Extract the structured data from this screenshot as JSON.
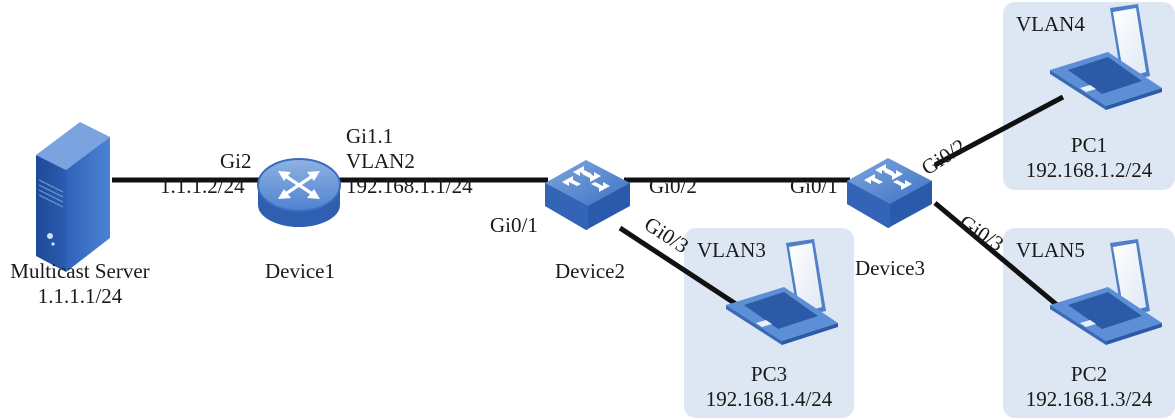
{
  "diagram": {
    "title": "",
    "colors": {
      "device_blue": "#3f74c4",
      "device_dark": "#1f4b94",
      "vlan_box": "#dde6f3",
      "link": "#111111"
    },
    "nodes": {
      "server": {
        "name": "Multicast Server",
        "ip": "1.1.1.1/24",
        "icon": "server-icon"
      },
      "device1": {
        "name": "Device1",
        "icon": "router-icon",
        "left_port": "Gi2",
        "left_ip": "1.1.1.2/24",
        "right_port": "Gi1.1",
        "right_vlan": "VLAN2",
        "right_ip": "192.168.1.1/24"
      },
      "device2": {
        "name": "Device2",
        "icon": "switch-icon",
        "port_left": "Gi0/1",
        "port_right": "Gi0/2",
        "port_down": "Gi0/3"
      },
      "device3": {
        "name": "Device3",
        "icon": "switch-icon",
        "port_left": "Gi0/1",
        "port_up": "Gi0/2",
        "port_down": "Gi0/3"
      },
      "pc1": {
        "name": "PC1",
        "ip": "192.168.1.2/24",
        "vlan": "VLAN4",
        "icon": "laptop-icon"
      },
      "pc2": {
        "name": "PC2",
        "ip": "192.168.1.3/24",
        "vlan": "VLAN5",
        "icon": "laptop-icon"
      },
      "pc3": {
        "name": "PC3",
        "ip": "192.168.1.4/24",
        "vlan": "VLAN3",
        "icon": "laptop-icon"
      }
    },
    "links": [
      {
        "from": "Multicast Server",
        "to": "Device1 Gi2"
      },
      {
        "from": "Device1 Gi1.1",
        "to": "Device2 Gi0/1"
      },
      {
        "from": "Device2 Gi0/2",
        "to": "Device3 Gi0/1"
      },
      {
        "from": "Device2 Gi0/3",
        "to": "PC3"
      },
      {
        "from": "Device3 Gi0/2",
        "to": "PC1"
      },
      {
        "from": "Device3 Gi0/3",
        "to": "PC2"
      }
    ]
  }
}
